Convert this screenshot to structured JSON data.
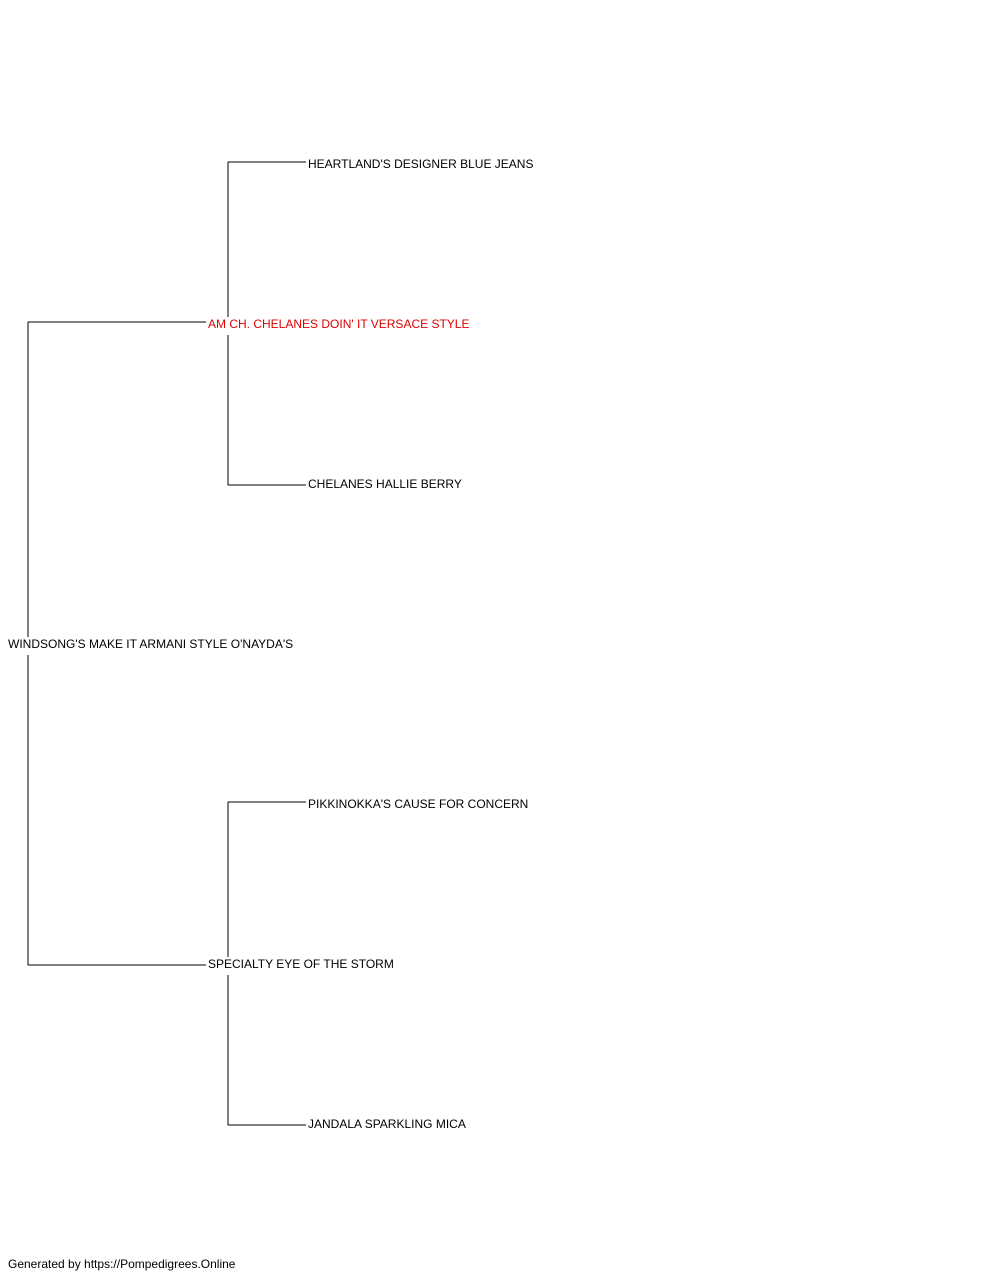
{
  "pedigree": {
    "subject": "WINDSONG'S MAKE IT ARMANI STYLE O'NAYDA'S",
    "sire": {
      "name": "AM CH. CHELANES DOIN' IT VERSACE STYLE",
      "highlight_color": "#e00000",
      "sire": "HEARTLAND'S DESIGNER BLUE JEANS",
      "dam": "CHELANES HALLIE BERRY"
    },
    "dam": {
      "name": "SPECIALTY EYE OF THE STORM",
      "sire": "PIKKINOKKA'S CAUSE FOR CONCERN",
      "dam": "JANDALA SPARKLING MICA"
    }
  },
  "footer": "Generated by https://Pompedigrees.Online"
}
